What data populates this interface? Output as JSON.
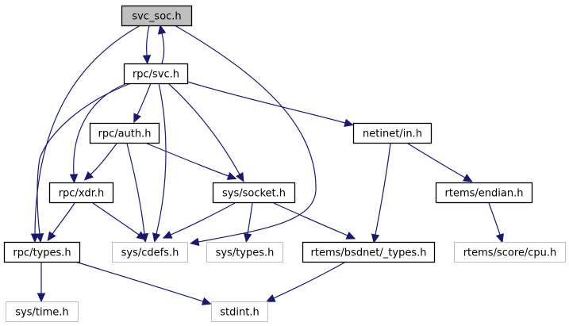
{
  "diagram": {
    "title": "svc_soc.h include dependency graph",
    "colors": {
      "edge": "#191970",
      "root_fill": "#bfbfbf",
      "root_border": "#000000",
      "documented_border": "#000000",
      "undocumented_border": "#bfbfbf",
      "node_fill": "#ffffff"
    },
    "nodes": [
      {
        "id": "svc_soc",
        "label": "svc_soc.h",
        "kind": "root"
      },
      {
        "id": "rpc_svc",
        "label": "rpc/svc.h",
        "kind": "documented"
      },
      {
        "id": "netinet_in",
        "label": "netinet/in.h",
        "kind": "documented"
      },
      {
        "id": "rpc_auth",
        "label": "rpc/auth.h",
        "kind": "documented"
      },
      {
        "id": "rpc_xdr",
        "label": "rpc/xdr.h",
        "kind": "documented"
      },
      {
        "id": "sys_socket",
        "label": "sys/socket.h",
        "kind": "documented"
      },
      {
        "id": "rtems_endian",
        "label": "rtems/endian.h",
        "kind": "documented"
      },
      {
        "id": "rpc_types",
        "label": "rpc/types.h",
        "kind": "documented"
      },
      {
        "id": "sys_cdefs",
        "label": "sys/cdefs.h",
        "kind": "undocumented"
      },
      {
        "id": "sys_types",
        "label": "sys/types.h",
        "kind": "undocumented"
      },
      {
        "id": "rtems_bsdnet_types",
        "label": "rtems/bsdnet/_types.h",
        "kind": "documented"
      },
      {
        "id": "rtems_score_cpu",
        "label": "rtems/score/cpu.h",
        "kind": "undocumented"
      },
      {
        "id": "sys_time",
        "label": "sys/time.h",
        "kind": "undocumented"
      },
      {
        "id": "stdint",
        "label": "stdint.h",
        "kind": "undocumented"
      }
    ],
    "edges": [
      {
        "from": "svc_soc",
        "to": "rpc_svc"
      },
      {
        "from": "svc_soc",
        "to": "rpc_types"
      },
      {
        "from": "svc_soc",
        "to": "sys_cdefs"
      },
      {
        "from": "rpc_svc",
        "to": "svc_soc"
      },
      {
        "from": "rpc_svc",
        "to": "rpc_types"
      },
      {
        "from": "rpc_svc",
        "to": "rpc_xdr"
      },
      {
        "from": "rpc_svc",
        "to": "rpc_auth"
      },
      {
        "from": "rpc_svc",
        "to": "sys_cdefs"
      },
      {
        "from": "rpc_svc",
        "to": "sys_socket"
      },
      {
        "from": "rpc_svc",
        "to": "netinet_in"
      },
      {
        "from": "rpc_auth",
        "to": "rpc_xdr"
      },
      {
        "from": "rpc_auth",
        "to": "sys_cdefs"
      },
      {
        "from": "rpc_auth",
        "to": "sys_socket"
      },
      {
        "from": "rpc_xdr",
        "to": "rpc_types"
      },
      {
        "from": "rpc_xdr",
        "to": "sys_cdefs"
      },
      {
        "from": "sys_socket",
        "to": "sys_cdefs"
      },
      {
        "from": "sys_socket",
        "to": "sys_types"
      },
      {
        "from": "sys_socket",
        "to": "rtems_bsdnet_types"
      },
      {
        "from": "netinet_in",
        "to": "rtems_bsdnet_types"
      },
      {
        "from": "netinet_in",
        "to": "rtems_endian"
      },
      {
        "from": "rtems_endian",
        "to": "rtems_score_cpu"
      },
      {
        "from": "rpc_types",
        "to": "sys_time"
      },
      {
        "from": "rpc_types",
        "to": "stdint"
      },
      {
        "from": "rtems_bsdnet_types",
        "to": "stdint"
      }
    ]
  }
}
